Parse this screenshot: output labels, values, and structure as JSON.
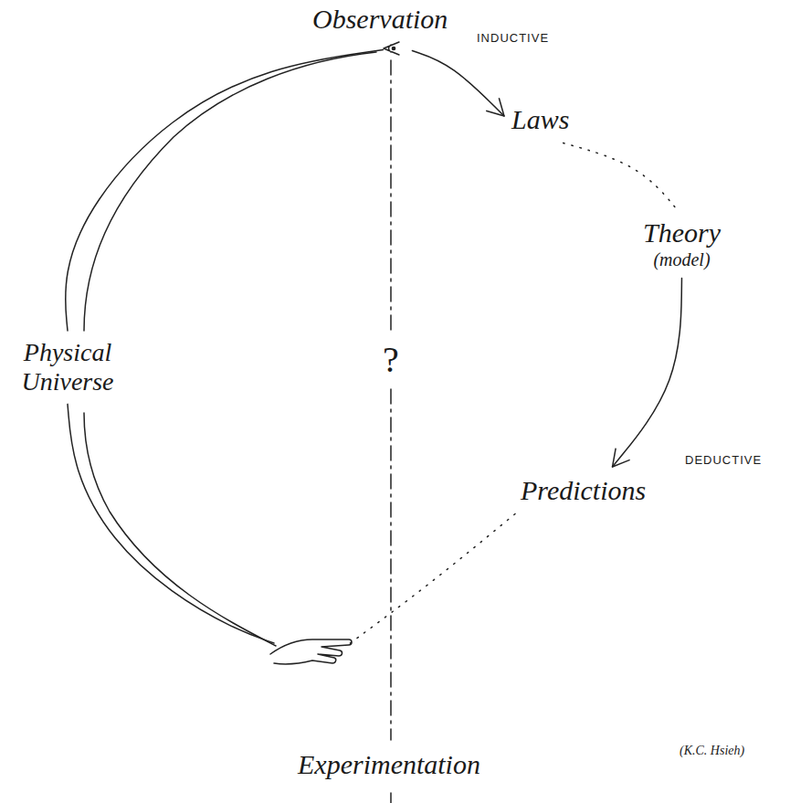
{
  "diagram": {
    "nodes": [
      {
        "text": [
          "Observation"
        ]
      },
      {
        "text": [
          "Laws"
        ]
      },
      {
        "text": [
          "Theory",
          "(model)"
        ]
      },
      {
        "text": [
          "Predictions"
        ]
      },
      {
        "text": [
          "Experimentation"
        ]
      },
      {
        "text": [
          "Physical Universe"
        ]
      }
    ],
    "edges": [
      {
        "from": 0,
        "to": 1,
        "arrow": "to",
        "label": "INDUCTIVE"
      },
      {
        "from": 1,
        "to": 2,
        "arrow": "none"
      },
      {
        "from": 2,
        "to": 3,
        "arrow": "to",
        "label": "DEDUCTIVE"
      },
      {
        "from": 3,
        "to": 4,
        "arrow": "none"
      },
      {
        "from": 4,
        "to": 5,
        "arrow": "none"
      },
      {
        "from": 5,
        "to": 0,
        "arrow": "none"
      }
    ],
    "labels": [
      "?",
      "(K.C. Hsieh)"
    ]
  }
}
